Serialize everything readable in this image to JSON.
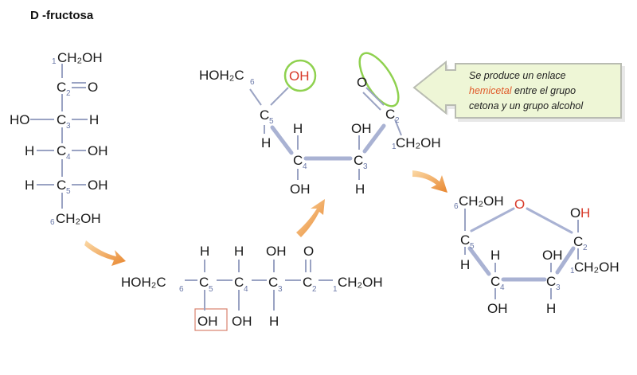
{
  "title": "D -fructosa",
  "fischer": {
    "labels": [
      "CH₂OH",
      "1",
      "C",
      "2",
      "O",
      "HO",
      "C",
      "3",
      "H",
      "H",
      "C",
      "4",
      "OH",
      "H",
      "C",
      "5",
      "OH",
      "6",
      "CH₂OH"
    ]
  },
  "open_chain": {
    "labels": [
      "HOH₂C",
      "6",
      "C",
      "5",
      "C",
      "4",
      "C",
      "3",
      "C",
      "2",
      "1",
      "CH₂OH",
      "H",
      "H",
      "OH",
      "O",
      "OH",
      "OH",
      "H"
    ]
  },
  "bent_chain": {
    "labels": [
      "HOH₂C",
      "6",
      "OH",
      "C",
      "5",
      "H",
      "H",
      "C",
      "4",
      "OH",
      "OH",
      "C",
      "3",
      "H",
      "O",
      "C",
      "2",
      "1",
      "CH₂OH"
    ]
  },
  "ring": {
    "labels": [
      "6",
      "CH₂OH",
      "O",
      "O",
      "H",
      "C",
      "2",
      "C",
      "5",
      "H",
      "H",
      "C",
      "4",
      "OH",
      "OH",
      "C",
      "3",
      "H",
      "1",
      "CH₂OH"
    ]
  },
  "callout": {
    "line1": "Se produce un enlace",
    "highlight": "hemicetal",
    "line2_rest": " entre el grupo",
    "line3": "cetona y un grupo alcohol"
  },
  "colors": {
    "highlight_circle": "#8fd14f",
    "oh_box": "#d9826e",
    "arrow": "#f0a04b",
    "callout_fill": "#eef6d6"
  }
}
